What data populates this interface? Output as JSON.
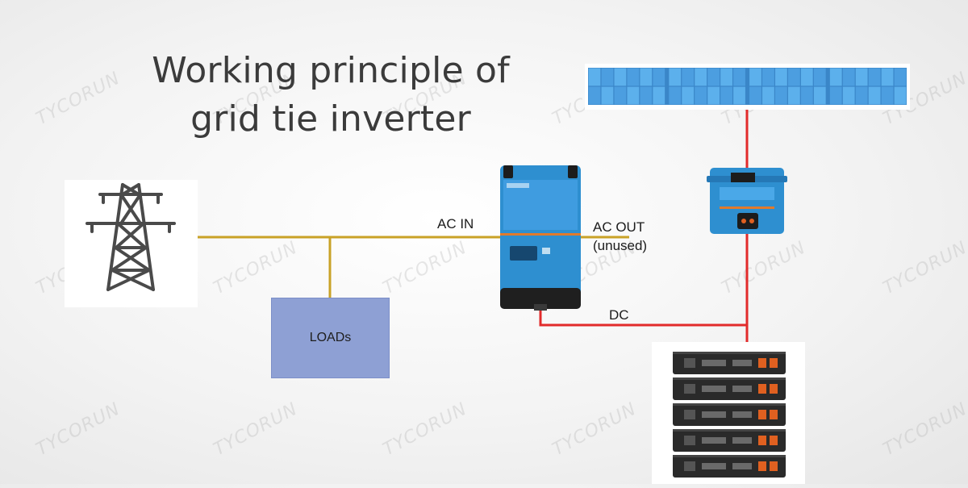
{
  "title": {
    "line1": "Working principle of",
    "line2": "grid tie inverter"
  },
  "labels": {
    "ac_in": "AC IN",
    "ac_out": "AC OUT",
    "ac_out_note": "(unused)",
    "dc": "DC",
    "loads": "LOADs"
  },
  "watermark": "TYCORUN",
  "colors": {
    "ac_wire": "#c9a227",
    "dc_wire": "#e22b2b",
    "loads_fill": "#8ea0d4",
    "inverter_body": "#2e8fd0",
    "battery_body": "#2a2a2a"
  }
}
